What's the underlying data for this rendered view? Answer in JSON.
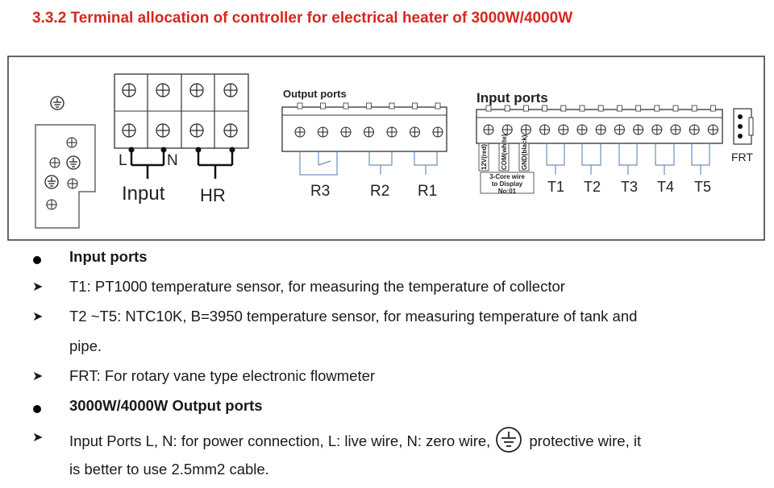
{
  "title": "3.3.2 Terminal allocation of controller for electrical heater of 3000W/4000W",
  "diagram": {
    "left_labels": {
      "l": "L",
      "n": "N",
      "input": "Input",
      "hr": "HR"
    },
    "output_ports": {
      "label": "Output ports",
      "relays": [
        "R3",
        "R2",
        "R1"
      ]
    },
    "input_ports": {
      "label": "Input ports",
      "vertical_labels": [
        "12V(red)",
        "COM(white)",
        "GND(black)"
      ],
      "wire_note": [
        "3-Core wire",
        "to Display",
        "No:01"
      ],
      "sensors": [
        "T1",
        "T2",
        "T3",
        "T4",
        "T5"
      ],
      "frt": "FRT"
    }
  },
  "bullets": [
    {
      "type": "dot",
      "text": "Input ports",
      "bold": true
    },
    {
      "type": "arrow",
      "text": "T1: PT1000 temperature sensor, for measuring the temperature of collector"
    },
    {
      "type": "arrow",
      "text": "T2 ~T5: NTC10K, B=3950 temperature sensor, for measuring temperature of tank and"
    },
    {
      "type": "cont",
      "text": "pipe."
    },
    {
      "type": "arrow",
      "text": "FRT: For rotary vane type electronic flowmeter"
    },
    {
      "type": "dot",
      "text": "3000W/4000W Output ports",
      "bold": true
    },
    {
      "type": "arrow",
      "text_before": "Input Ports L, N: for power connection, L: live wire, N: zero wire,",
      "text_after": "protective wire, it"
    },
    {
      "type": "cont",
      "text": "is better to use 2.5mm2 cable."
    }
  ]
}
